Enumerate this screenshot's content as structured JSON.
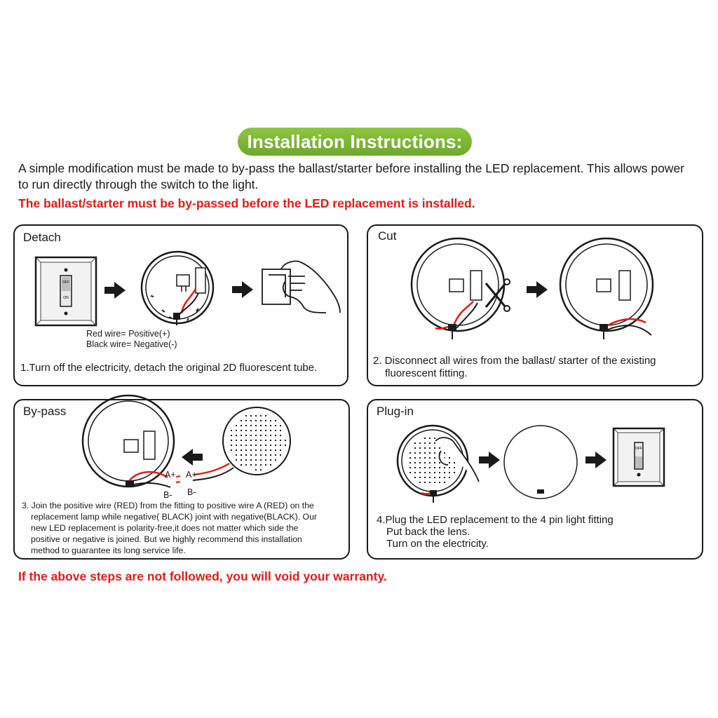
{
  "header": {
    "title": "Installation Instructions:",
    "intro": "A simple modification must be made to by-pass the ballast/starter before installing the LED replacement. This allows power to run directly through the switch to the light.",
    "warning": "The ballast/starter must be by-passed before the LED replacement is installed."
  },
  "steps": [
    {
      "title": "Detach",
      "caption": "1.Turn off the electricity, detach the original 2D fluorescent tube.",
      "wire_labels": [
        "Red wire= Positive(+)",
        "Black wire= Negative(-)"
      ],
      "switch_labels": [
        "OFF",
        "ON"
      ]
    },
    {
      "title": "Cut",
      "caption_lines": [
        "2. Disconnect all wires from the ballast/ starter of the existing",
        "fluorescent fitting."
      ]
    },
    {
      "title": "By-pass",
      "caption_lines": [
        "3. Join the positive wire (RED) from the fitting to positive wire A (RED) on the",
        "replacement lamp while negative( BLACK) joint with negative(BLACK). Our",
        "new LED replacement is polarity-free,it does not matter which side the",
        "positive or negative is joined. But we highly recommend this installation",
        "method to guarantee its long service life."
      ],
      "wire_tags": [
        "A+",
        "B-",
        "A+",
        "B-"
      ]
    },
    {
      "title": "Plug-in",
      "caption_lines": [
        "4.Plug the LED replacement to the 4 pin light fitting",
        "Put back the lens.",
        "Turn on the electricity."
      ],
      "switch_labels": [
        "OFF"
      ]
    }
  ],
  "footer": {
    "warning": "If the above steps are not followed, you will void your warranty."
  },
  "colors": {
    "title_green": "#7cb83a",
    "warning_red": "#e41b17",
    "wire_red": "#e41b17",
    "wire_black": "#1a1a1a"
  }
}
